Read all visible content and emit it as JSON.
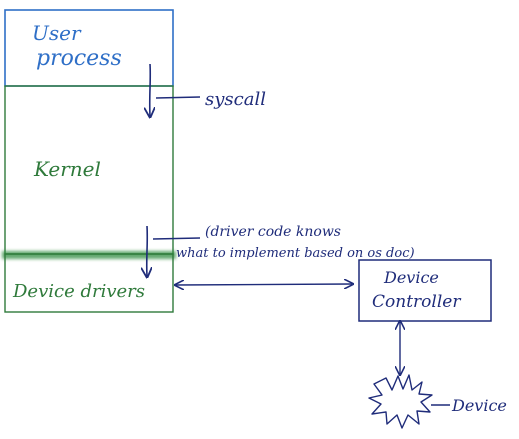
{
  "diagram": {
    "boxes": {
      "user_process": {
        "label_line1": "User",
        "label_line2": "process",
        "color": "#2f6fc7"
      },
      "kernel": {
        "label": "Kernel",
        "color": "#2f7a3b"
      },
      "device_drivers": {
        "label": "Device drivers",
        "color": "#2f7a3b",
        "highlight_color": "#2e8b3f"
      },
      "device_controller": {
        "label_line1": "Device",
        "label_line2": "Controller",
        "color": "#1f2c7a"
      }
    },
    "annotations": {
      "syscall": "syscall",
      "driver_note_line1": "(driver code knows",
      "driver_note_line2": "what to implement based on os doc)",
      "device": "Device"
    },
    "ink_color": "#1f2c7a"
  }
}
